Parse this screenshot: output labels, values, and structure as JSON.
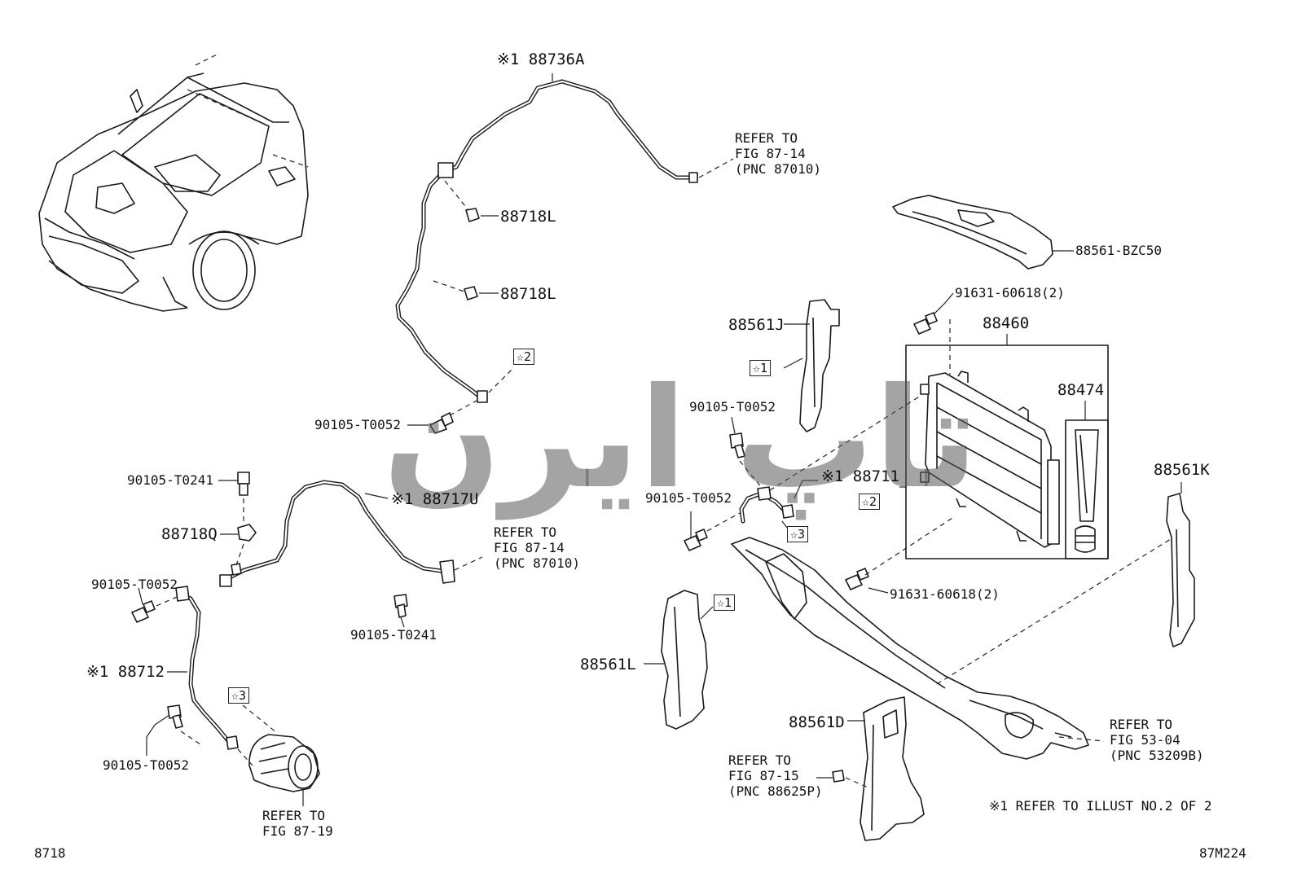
{
  "labels": {
    "p88736A": "※1 88736A",
    "p88718L_a": "88718L",
    "p88718L_b": "88718L",
    "refer_top": "REFER TO\nFIG 87-14\n(PNC 87010)",
    "p88561BZC50": "88561-BZC50",
    "p91631_top": "91631-60618(2)",
    "p88460": "88460",
    "p88561J": "88561J",
    "p88474": "88474",
    "p90105T0052_c": "90105-T0052",
    "p88711": "※1 88711",
    "p90105T0052_a": "90105-T0052",
    "p90105T0241_a": "90105-T0241",
    "p88717U": "※1 88717U",
    "refer_mid": "REFER TO\nFIG 87-14\n(PNC 87010)",
    "p88718Q": "88718Q",
    "p90105T0052_b": "90105-T0052",
    "p90105T0241_b": "90105-T0241",
    "p90105T0052_d": "90105-T0052",
    "p91631_bottom": "91631-60618(2)",
    "p88561K": "88561K",
    "p88712": "※1 88712",
    "p88561L": "88561L",
    "p90105T0052_e": "90105-T0052",
    "refer_comp": "REFER TO\nFIG 87-19",
    "p88561D": "88561D",
    "refer_fig8715": "REFER TO\nFIG 87-15\n(PNC 88625P)",
    "refer_fig5304": "REFER TO\nFIG 53-04\n(PNC 53209B)",
    "note": "※1  REFER TO ILLUST NO.2 OF 2",
    "fig_num": "8718",
    "ref_code": "87M224"
  },
  "boxes": {
    "s2_top": "☆2",
    "s1_j": "☆1",
    "s2_mid": "☆2",
    "s3_right": "☆3",
    "s1_l": "☆1",
    "s3_left": "☆3"
  },
  "watermark": "تاپ ایرن"
}
